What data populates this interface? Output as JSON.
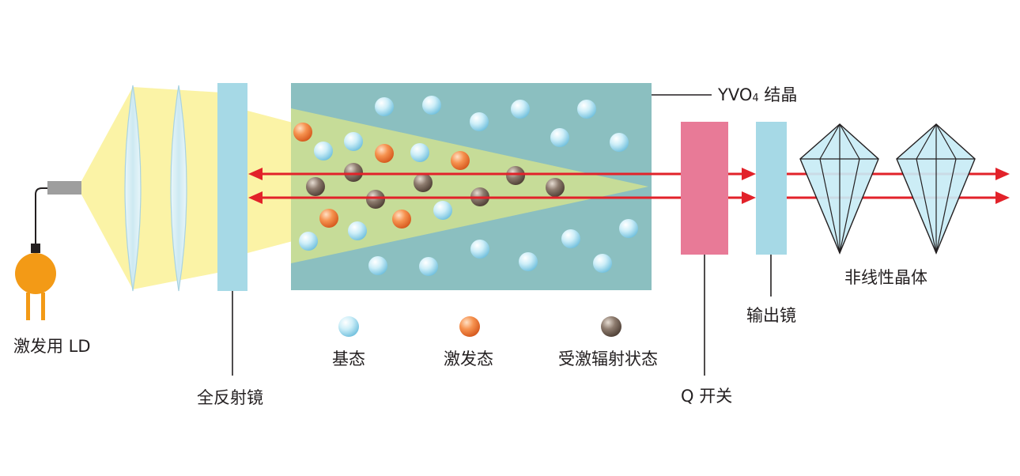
{
  "labels": {
    "ld": "激发用 LD",
    "full_mirror": "全反射镜",
    "crystal_main": "YVO",
    "crystal_sub": "4",
    "crystal_suffix": " 结晶",
    "q_switch": "Q 开关",
    "output_mirror": "输出镜",
    "nonlinear_crystal": "非线性晶体"
  },
  "legend": [
    {
      "label": "基态",
      "color": "#a8dcef"
    },
    {
      "label": "激发态",
      "color": "#f08a4b"
    },
    {
      "label": "受激辐射状态",
      "color": "#7a6a5e"
    }
  ],
  "colors": {
    "crystal": "#8bbfc0",
    "beam": "#fbf3a6",
    "mirror": "#a6d9e6",
    "q_switch": "#e87a97",
    "laser": "#e2222a",
    "ld": "#f39a16"
  }
}
